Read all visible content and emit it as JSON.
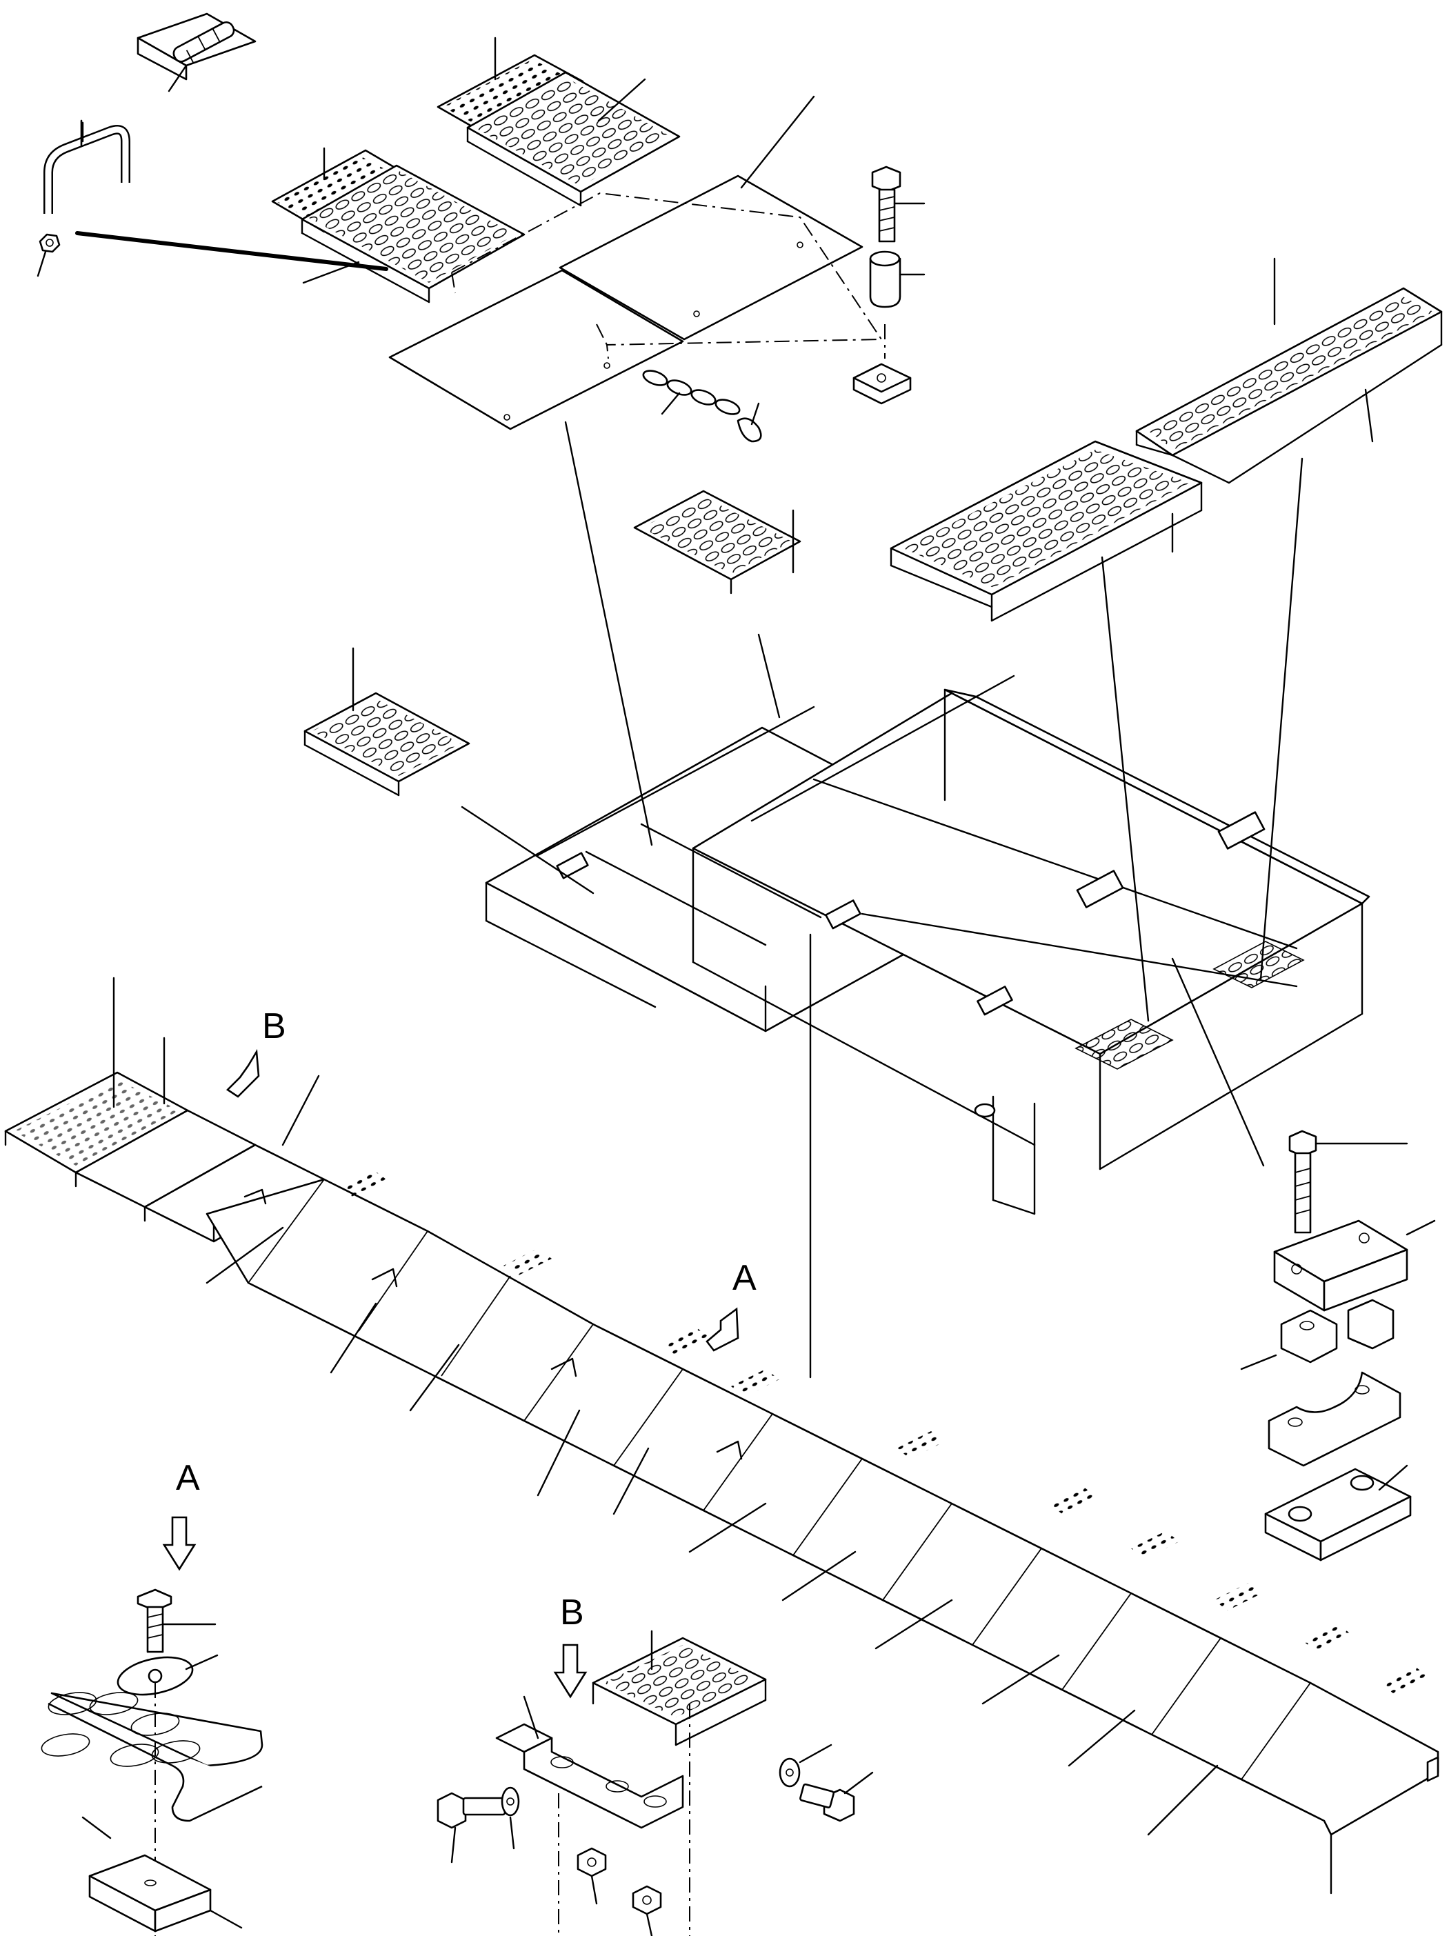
{
  "labels": {
    "view_a": "A",
    "view_b": "B",
    "detail_a": "A",
    "detail_b": "B"
  }
}
